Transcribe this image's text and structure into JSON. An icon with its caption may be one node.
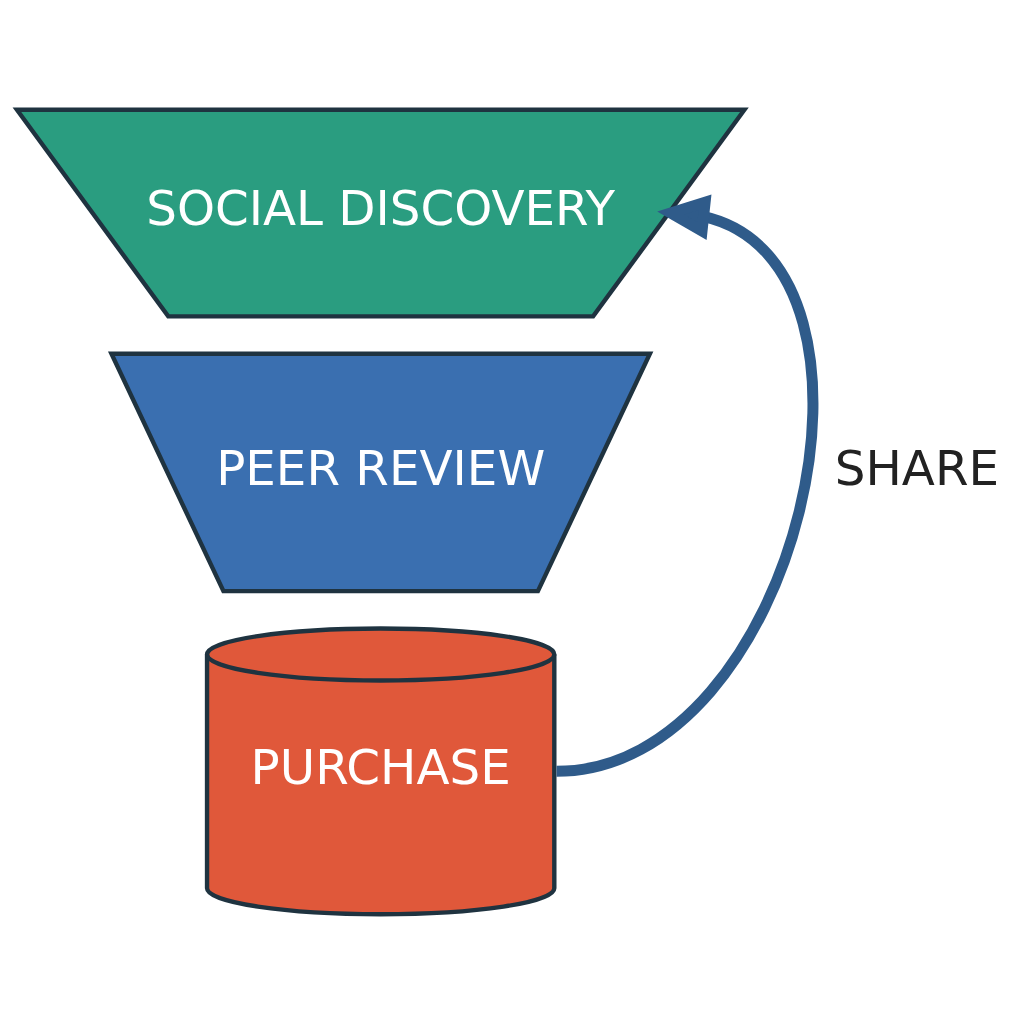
{
  "diagram": {
    "nodes": [
      {
        "text": [
          "SOCIAL DISCOVERY"
        ]
      },
      {
        "text": [
          "PEER REVIEW"
        ]
      },
      {
        "text": [
          "PURCHASE"
        ]
      }
    ],
    "edges": [
      {
        "from": 2,
        "to": 0,
        "arrow": "to",
        "label": "SHARE"
      }
    ]
  }
}
